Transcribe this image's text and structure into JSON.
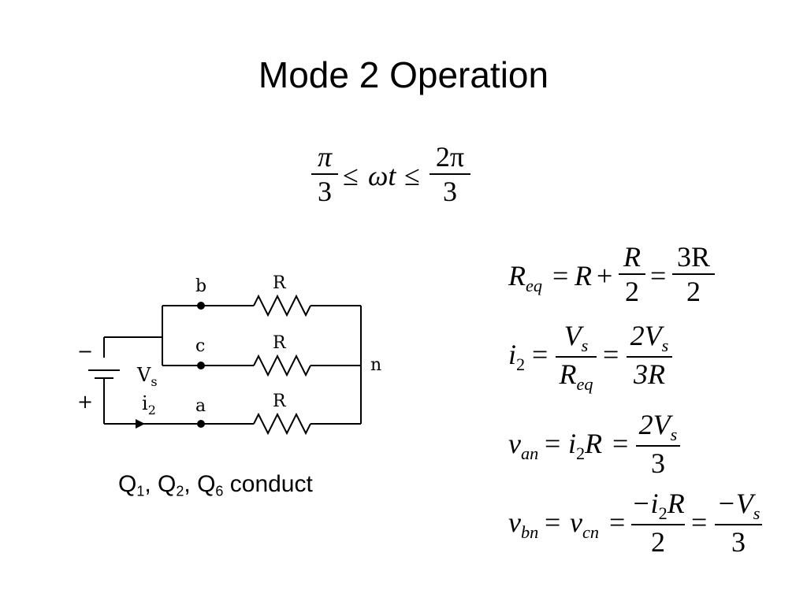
{
  "slide": {
    "title": "Mode 2 Operation",
    "condition": {
      "lhs_num": "π",
      "lhs_den": "3",
      "op1": "≤",
      "middle": "ωt",
      "op2": "≤",
      "rhs_num": "2π",
      "rhs_den": "3"
    }
  },
  "circuit": {
    "nodes": {
      "b": "b",
      "c": "c",
      "a": "a",
      "n": "n"
    },
    "resistor_label": "R",
    "source_minus": "−",
    "source_plus": "+",
    "source_label": "V",
    "source_sub": "s",
    "current_label": "i",
    "current_sub": "2"
  },
  "caption": {
    "q1": "Q",
    "q1_sub": "1",
    "sep1": ", ",
    "q2": "Q",
    "q2_sub": "2",
    "sep2": ", ",
    "q6": "Q",
    "q6_sub": "6",
    "tail": " conduct"
  },
  "equations": {
    "req": {
      "lhs": "R",
      "lhs_sub": "eq",
      "eq1": "=",
      "term": "R",
      "plus": "+",
      "f1_num": "R",
      "f1_den": "2",
      "eq2": "=",
      "f2_num": "3R",
      "f2_den": "2"
    },
    "i2": {
      "lhs": "i",
      "lhs_sub": "2",
      "eq1": "=",
      "f1_num_v": "V",
      "f1_num_sub": "s",
      "f1_den": "R",
      "f1_den_sub": "eq",
      "eq2": "=",
      "f2_num": "2V",
      "f2_num_sub": "s",
      "f2_den": "3R"
    },
    "van": {
      "lhs": "v",
      "lhs_sub": "an",
      "eq1": "=",
      "mid": "i",
      "mid_sub": "2",
      "mid_tail": "R",
      "eq2": "=",
      "f_num": "2V",
      "f_num_sub": "s",
      "f_den": "3"
    },
    "vbn": {
      "lhs": "v",
      "lhs_sub": "bn",
      "eq1": "=",
      "mid": "v",
      "mid_sub": "cn",
      "eq2": "=",
      "f1_num": "−i",
      "f1_num_sub": "2",
      "f1_num_tail": "R",
      "f1_den": "2",
      "eq3": "=",
      "f2_num": "−V",
      "f2_num_sub": "s",
      "f2_den": "3"
    }
  }
}
